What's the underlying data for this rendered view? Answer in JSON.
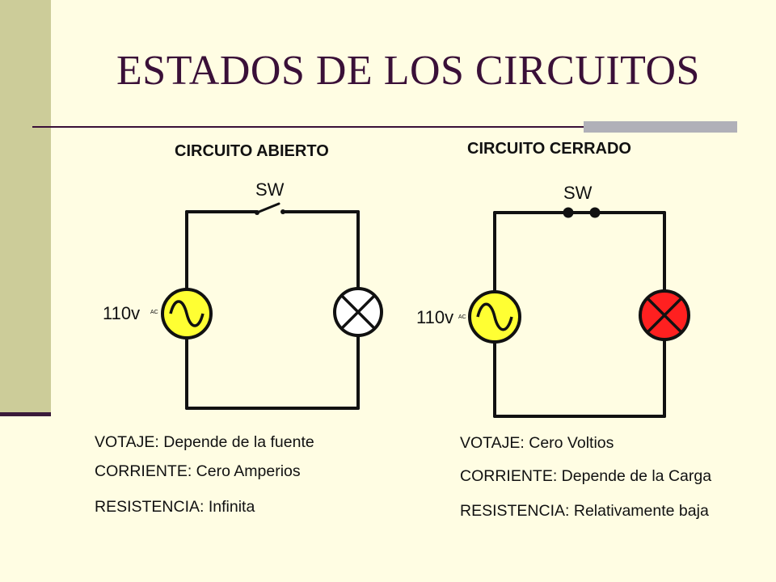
{
  "title": "ESTADOS DE LOS CIRCUITOS",
  "open_circuit": {
    "title": "CIRCUITO ABIERTO",
    "switch_label": "SW",
    "voltage_label": "110v",
    "ac_label": "AC",
    "lamp_color": "#ffffff",
    "source_color": "#ffff33",
    "captions": [
      "VOTAJE: Depende de la fuente",
      "CORRIENTE: Cero Amperios",
      "RESISTENCIA: Infinita"
    ]
  },
  "closed_circuit": {
    "title": "CIRCUITO CERRADO",
    "switch_label": "SW",
    "voltage_label": "110v",
    "ac_label": "AC",
    "lamp_color": "#ff2020",
    "source_color": "#ffff33",
    "captions": [
      "VOTAJE: Cero Voltios",
      "CORRIENTE: Depende de la Carga",
      "RESISTENCIA: Relativamente baja"
    ]
  },
  "colors": {
    "background": "#fffde3",
    "side_band": "#cccc99",
    "title": "#3a1038",
    "accent_bar": "#b0b0b8"
  }
}
